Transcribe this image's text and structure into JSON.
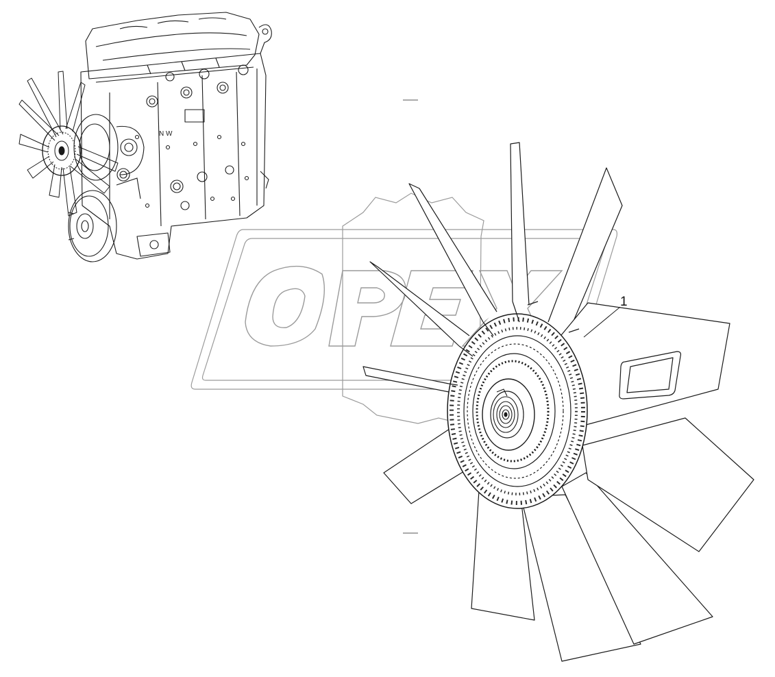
{
  "diagram": {
    "callout_label": "1",
    "engine_marking": "N W",
    "watermark_text": "OPEX"
  },
  "colors": {
    "line": "#1a1a1a",
    "watermark": "#9a9a9a",
    "background": "#ffffff"
  }
}
